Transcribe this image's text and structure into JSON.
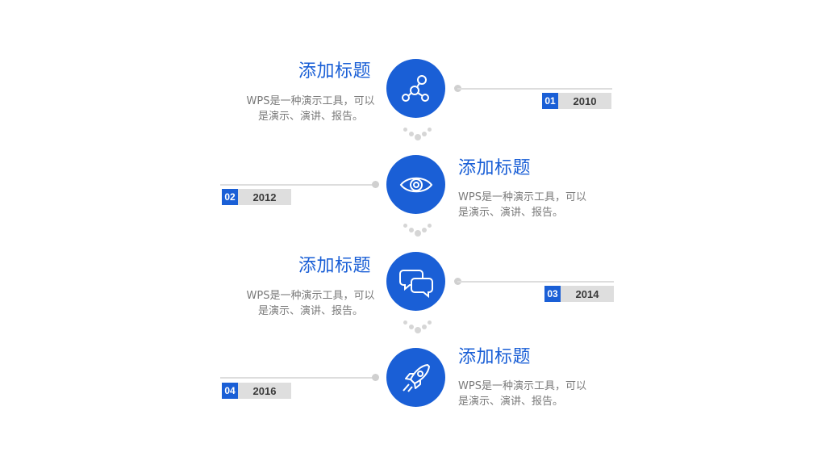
{
  "items": [
    {
      "title": "添加标题",
      "desc": "WPS是一种演示工具，可以是演示、演讲、报告。",
      "number": "01",
      "year": "2010",
      "icon": "network-nodes-icon"
    },
    {
      "title": "添加标题",
      "desc": "WPS是一种演示工具，可以是演示、演讲、报告。",
      "number": "02",
      "year": "2012",
      "icon": "eye-icon"
    },
    {
      "title": "添加标题",
      "desc": "WPS是一种演示工具，可以是演示、演讲、报告。",
      "number": "03",
      "year": "2014",
      "icon": "chat-bubbles-icon"
    },
    {
      "title": "添加标题",
      "desc": "WPS是一种演示工具，可以是演示、演讲、报告。",
      "number": "04",
      "year": "2016",
      "icon": "rocket-icon"
    }
  ],
  "colors": {
    "accent": "#1a5fd6",
    "line": "#dddddd",
    "year_bg": "#dedede",
    "text_gray": "#7a7a7a"
  }
}
